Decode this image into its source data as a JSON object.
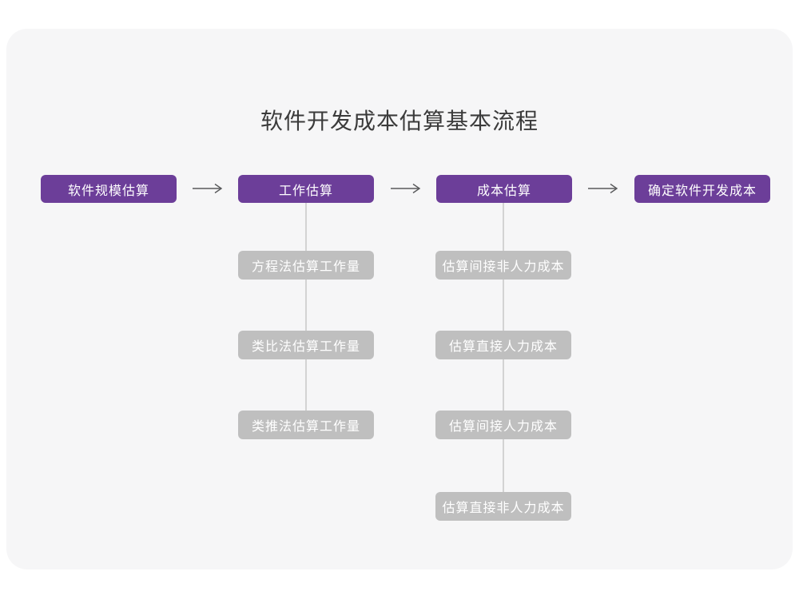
{
  "title": "软件开发成本估算基本流程",
  "colors": {
    "page_background": "#ffffff",
    "card_background": "#f6f6f7",
    "main_node": "#6c3e99",
    "sub_node": "#bfbfbf",
    "node_text": "#ffffff",
    "title_text": "#3b3b3b",
    "arrow": "#58595b",
    "connector_line": "#d3d3d3"
  },
  "flow": {
    "nodes": [
      {
        "label": "软件规模估算"
      },
      {
        "label": "工作估算"
      },
      {
        "label": "成本估算"
      },
      {
        "label": "确定软件开发成本"
      }
    ]
  },
  "work_estimation_methods": {
    "items": [
      {
        "label": "方程法估算工作量"
      },
      {
        "label": "类比法估算工作量"
      },
      {
        "label": "类推法估算工作量"
      }
    ]
  },
  "cost_estimation_steps": {
    "items": [
      {
        "label": "估算间接非人力成本"
      },
      {
        "label": "估算直接人力成本"
      },
      {
        "label": "估算间接人力成本"
      },
      {
        "label": "估算直接非人力成本"
      }
    ]
  }
}
